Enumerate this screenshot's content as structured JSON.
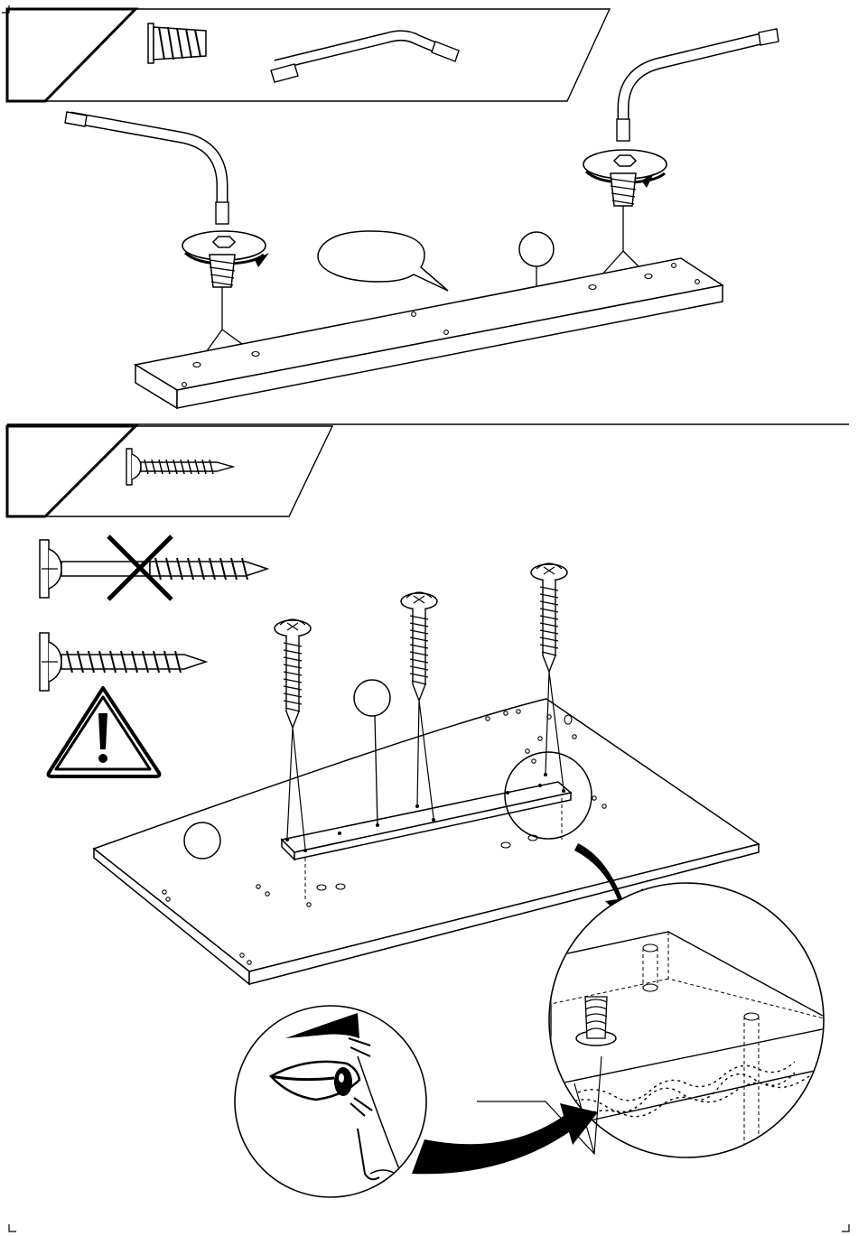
{
  "document": {
    "type": "assembly-instructions",
    "colors": {
      "ink": "#000000",
      "paper": "#ffffff",
      "chipboard_fill": "#ffffff"
    }
  },
  "step_1": {
    "parts_panel": {
      "items": [
        {
          "icon": "cam-insert-bolt-icon",
          "quantity_label": ""
        },
        {
          "icon": "allen-key-icon",
          "quantity_label": ""
        }
      ]
    },
    "speech_bubble_text": "",
    "panel_callout_label": "",
    "rotation_direction": "clockwise"
  },
  "step_2": {
    "parts_panel": {
      "items": [
        {
          "icon": "screw-icon",
          "quantity_label": ""
        }
      ]
    },
    "screw_guidance": [
      {
        "icon": "screw-wrong-length-icon",
        "status": "incorrect"
      },
      {
        "icon": "screw-correct-icon",
        "status": "correct"
      }
    ],
    "warning_icon": "warning-triangle-icon",
    "callouts": [
      {
        "name": "rail-callout",
        "label": ""
      },
      {
        "name": "board-callout",
        "label": ""
      }
    ],
    "detail_views": [
      {
        "name": "insert-detail-magnifier",
        "icon": "cam-insert-icon"
      },
      {
        "name": "eye-check-magnifier",
        "icon": "eye-icon"
      }
    ]
  }
}
